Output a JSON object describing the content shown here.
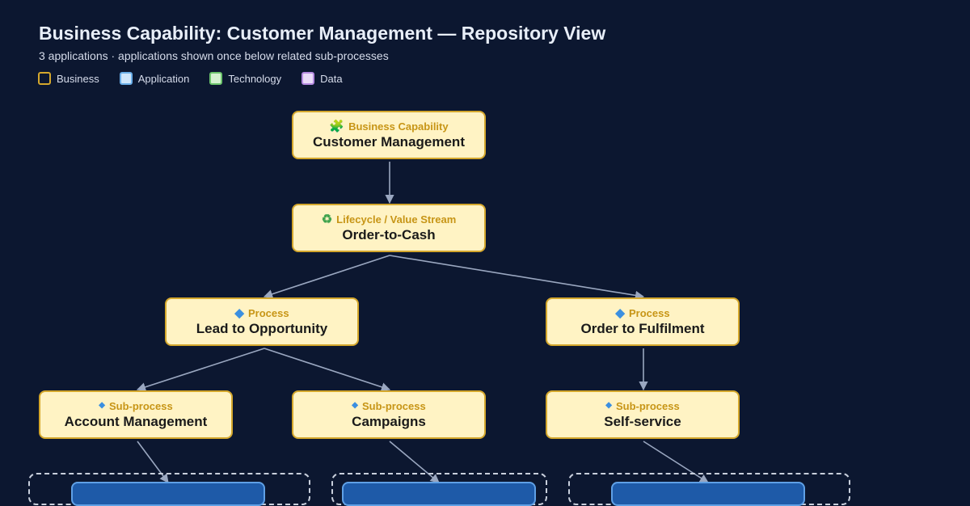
{
  "header": {
    "title": "Business Capability: Customer Management — Repository View",
    "subtitle": "3 applications · applications shown once below related sub-processes"
  },
  "legend": [
    {
      "label": "Business",
      "color": "#d4a72c",
      "fill": "transparent"
    },
    {
      "label": "Application",
      "color": "#6aaee8",
      "fill": "#cfe6fb"
    },
    {
      "label": "Technology",
      "color": "#6cc46c",
      "fill": "#d4f2d0"
    },
    {
      "label": "Data",
      "color": "#b58ae0",
      "fill": "#eadcf8"
    }
  ],
  "nodes": {
    "capability": {
      "kind": "Business Capability",
      "name": "Customer Management",
      "icon": "puzzle-icon"
    },
    "lifecycle": {
      "kind": "Lifecycle / Value Stream",
      "name": "Order-to-Cash",
      "icon": "recycle-icon"
    },
    "process_lead": {
      "kind": "Process",
      "name": "Lead to Opportunity",
      "icon": "diamond-icon"
    },
    "process_order": {
      "kind": "Process",
      "name": "Order to Fulfilment",
      "icon": "diamond-icon"
    },
    "sub_account": {
      "kind": "Sub-process",
      "name": "Account Management",
      "icon": "small-diamond-icon"
    },
    "sub_campaigns": {
      "kind": "Sub-process",
      "name": "Campaigns",
      "icon": "small-diamond-icon"
    },
    "sub_selfservice": {
      "kind": "Sub-process",
      "name": "Self-service",
      "icon": "small-diamond-icon"
    }
  },
  "colors": {
    "background": "#0c1730",
    "business_fill": "#fff3c4",
    "business_border": "#d4a72c",
    "edge": "#9aa7c0",
    "application_fill": "#1e5aa8"
  }
}
